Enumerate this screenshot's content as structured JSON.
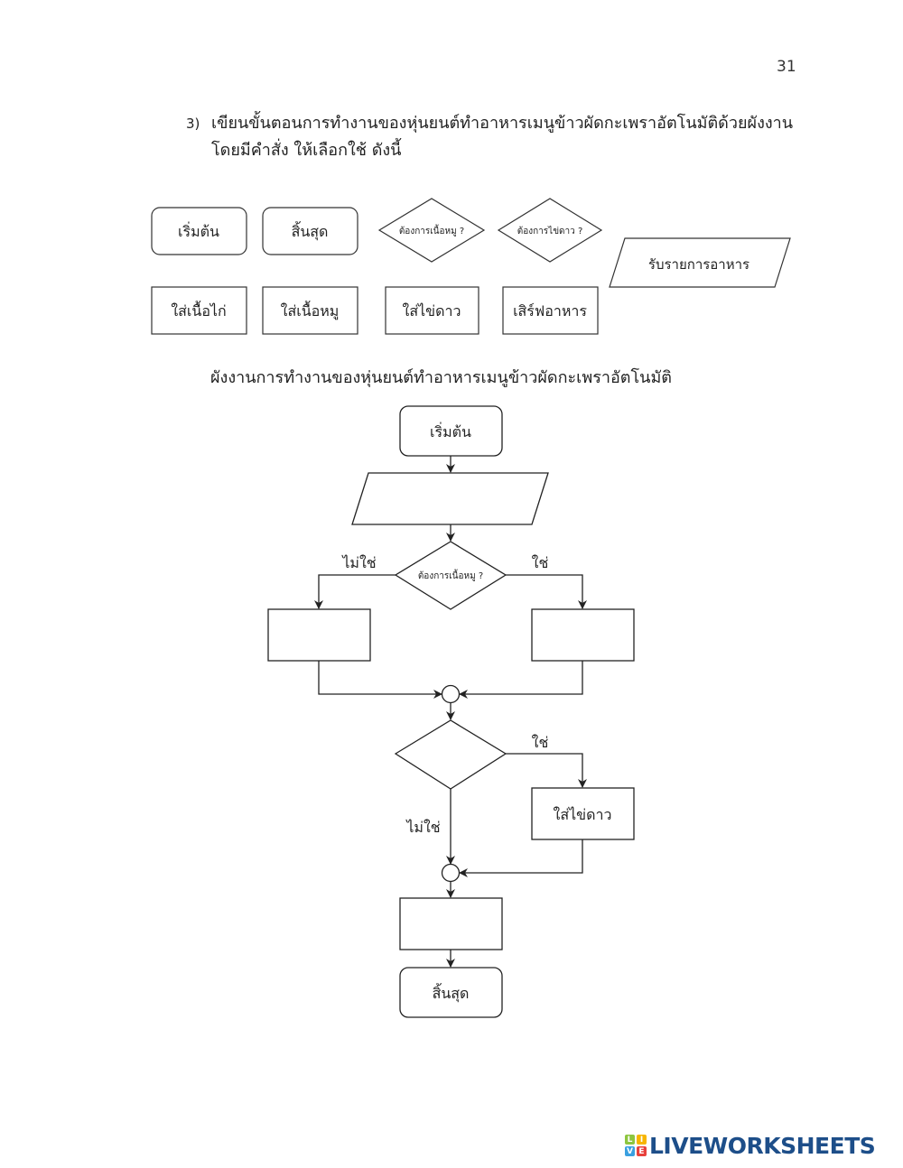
{
  "page_number": "31",
  "instruction": {
    "number": "3)",
    "line1": "เขียนขั้นตอนการทำงานของหุ่นยนต์ทำอาหารเมนูข้าวผัดกะเพราอัตโนมัติด้วยผังงาน",
    "line2": "โดยมีคำสั่ง ให้เลือกใช้ ดังนี้"
  },
  "options": {
    "start": "เริ่มต้น",
    "end": "สิ้นสุด",
    "decision_pork": "ต้องการเนื้อหมู ?",
    "decision_egg": "ต้องการไข่ดาว ?",
    "input_order": "รับรายการอาหาร",
    "add_chicken": "ใส่เนื้อไก่",
    "add_pork": "ใส่เนื้อหมู",
    "add_egg": "ใส่ไข่ดาว",
    "serve": "เสิร์ฟอาหาร"
  },
  "caption": "ผังงานการทำงานของหุ่นยนต์ทำอาหารเมนูข้าวผัดกะเพราอัตโนมัติ",
  "flowchart": {
    "start": "เริ่มต้น",
    "input_blank": "",
    "decision1": "ต้องการเนื้อหมู ?",
    "decision1_no": "ไม่ใช่",
    "decision1_yes": "ใช่",
    "left_box_blank": "",
    "right_box_blank": "",
    "decision2_blank": "",
    "decision2_yes": "ใช่",
    "decision2_no": "ไม่ใช่",
    "egg_box": "ใส่ไข่ดาว",
    "final_box_blank": "",
    "end": "สิ้นสุด"
  },
  "logo": {
    "tiles": [
      "L",
      "I",
      "V",
      "E"
    ],
    "tile_colors": [
      "#8dc63f",
      "#f7b500",
      "#3aa0e0",
      "#e8413c"
    ],
    "text": "LIVEWORKSHEETS"
  }
}
